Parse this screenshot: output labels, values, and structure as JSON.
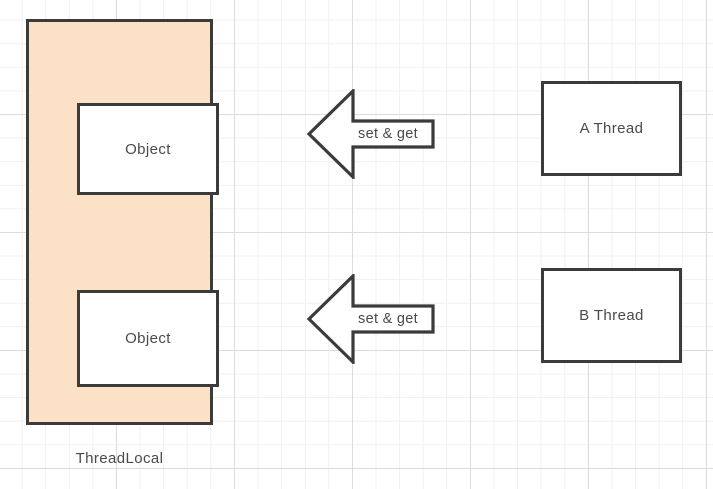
{
  "diagram": {
    "title_caption": "ThreadLocal",
    "background": "grid-paper",
    "colors": {
      "container_fill": "#fce1c6",
      "box_fill": "#ffffff",
      "stroke": "#3b3b3b",
      "text": "#4a4a4a",
      "grid_minor": "#f0f0f0",
      "grid_major": "#dcdcdc"
    },
    "container": {
      "label": "ThreadLocal",
      "objects": [
        {
          "label": "Object"
        },
        {
          "label": "Object"
        }
      ]
    },
    "arrows": [
      {
        "label": "set & get",
        "direction": "left"
      },
      {
        "label": "set & get",
        "direction": "left"
      }
    ],
    "threads": [
      {
        "label": "A Thread"
      },
      {
        "label": "B Thread"
      }
    ]
  }
}
